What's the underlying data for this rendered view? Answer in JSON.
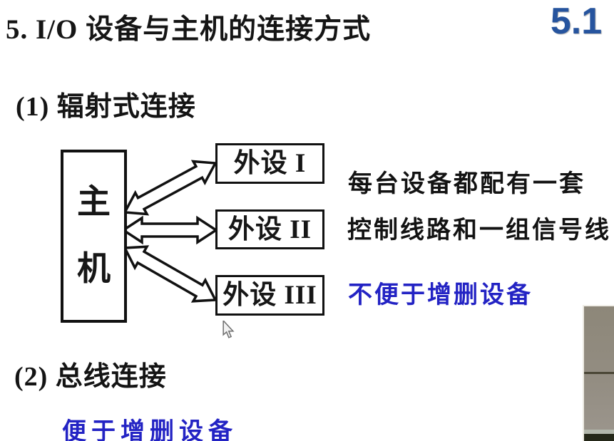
{
  "page": {
    "title": "5. I/O 设备与主机的连接方式",
    "corner_badge": "5.1"
  },
  "radial_section": {
    "heading": "(1) 辐射式连接",
    "note_line1": "每台设备都配有一套",
    "note_line2": "控制线路和一组信号线",
    "drawback_note": "不便于增删设备"
  },
  "bus_section": {
    "heading": "(2) 总线连接",
    "benefit_note": "便于增删设备"
  },
  "diagram": {
    "host_chars": [
      "主",
      "机"
    ],
    "peripherals": [
      "外设 I",
      "外设 II",
      "外设 III"
    ]
  },
  "colors": {
    "annotation_blue": "#2323c4",
    "badge_blue": "#26549e",
    "diagram_stroke": "#111111",
    "video_strip_taupe": "#938d82"
  }
}
